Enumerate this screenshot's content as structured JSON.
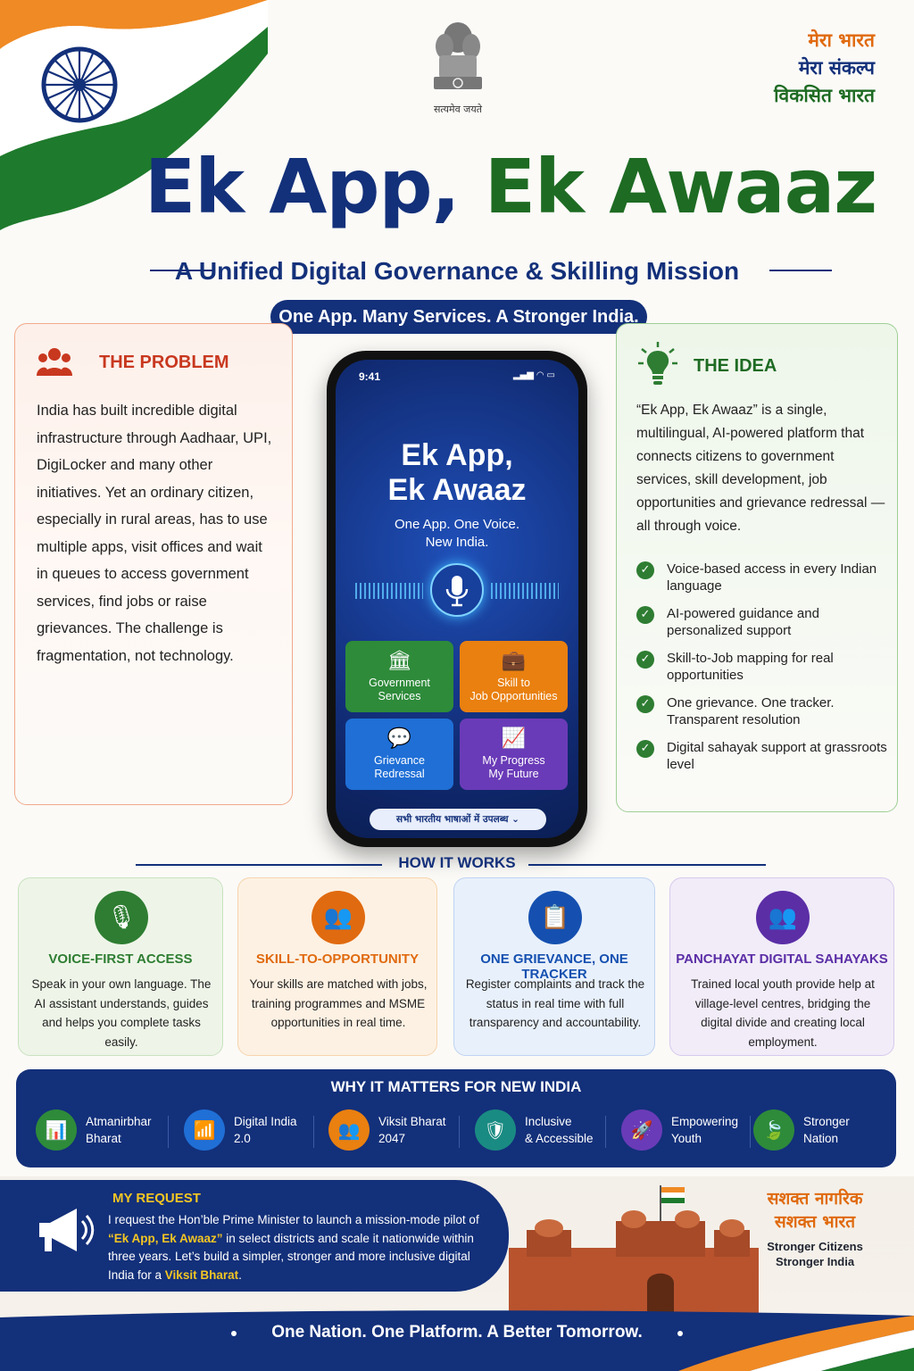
{
  "header": {
    "hindi_line1": "मेरा भारत",
    "hindi_line2": "मेरा संकल्प",
    "hindi_line3": "विकसित भारत",
    "emblem_motto": "सत्यमेव जयते",
    "title_part1": "Ek App,",
    "title_part2": "Ek Awaaz",
    "subtitle": "A Unified Digital Governance & Skilling Mission",
    "tagline": "One App. Many Services. A Stronger India."
  },
  "problem": {
    "heading": "THE PROBLEM",
    "text": "India has built incredible digital infrastructure through Aadhaar, UPI, DigiLocker and many other initiatives. Yet an ordinary citizen, especially in rural areas, has to use multiple apps, visit offices and wait in queues to access government services, find jobs or raise grievances. The challenge is fragmentation, not technology."
  },
  "idea": {
    "heading": "THE IDEA",
    "text": "“Ek App, Ek Awaaz” is a single, multilingual, AI-powered platform that connects citizens to government services, skill development, job opportunities and grievance redressal — all through voice.",
    "points": [
      "Voice-based access in every Indian language",
      "AI-powered guidance and personalized support",
      "Skill-to-Job mapping for real opportunities",
      "One grievance. One tracker. Transparent resolution",
      "Digital sahayak support at grassroots level"
    ]
  },
  "phone": {
    "time": "9:41",
    "title_line1": "Ek App,",
    "title_line2": "Ek Awaaz",
    "sub_line1": "One App. One Voice.",
    "sub_line2": "New India.",
    "tiles": [
      {
        "line1": "Government",
        "line2": "Services",
        "color": "#2e8b3a"
      },
      {
        "line1": "Skill to",
        "line2": "Job Opportunities",
        "color": "#e98010"
      },
      {
        "line1": "Grievance",
        "line2": "Redressal",
        "color": "#1f6fd6"
      },
      {
        "line1": "My Progress",
        "line2": "My Future",
        "color": "#6a3bb8"
      }
    ],
    "language_label": "सभी भारतीय भाषाओं में उपलब्ध"
  },
  "how": {
    "heading": "HOW IT WORKS",
    "cards": [
      {
        "title": "VOICE-FIRST ACCESS",
        "text": "Speak in your own language. The AI assistant understands, guides and helps you complete tasks easily.",
        "color": "#2e7d32",
        "bg": "#eef5e8",
        "border": "#c9e2bf"
      },
      {
        "title": "SKILL-TO-OPPORTUNITY",
        "text": "Your skills are matched with jobs, training programmes and MSME opportunities in real time.",
        "color": "#e06a0f",
        "bg": "#fdf1e3",
        "border": "#f6d4ad"
      },
      {
        "title": "ONE GRIEVANCE, ONE TRACKER",
        "text": "Register complaints and track the status in real time with full transparency and accountability.",
        "color": "#1550b0",
        "bg": "#e8f0fb",
        "border": "#bfd3f1"
      },
      {
        "title": "PANCHAYAT DIGITAL SAHAYAKS",
        "text": "Trained local youth provide help at village-level centres, bridging the digital divide and creating local employment.",
        "color": "#5b2ea6",
        "bg": "#f1ecf8",
        "border": "#d7c9ee"
      }
    ]
  },
  "why": {
    "heading": "WHY IT MATTERS FOR NEW INDIA",
    "items": [
      {
        "line1": "Atmanirbhar",
        "line2": "Bharat",
        "color": "#2e8b3a"
      },
      {
        "line1": "Digital India",
        "line2": "2.0",
        "color": "#1f6fd6"
      },
      {
        "line1": "Viksit Bharat",
        "line2": "2047",
        "color": "#e98010"
      },
      {
        "line1": "Inclusive",
        "line2": "& Accessible",
        "color": "#1a8b82"
      },
      {
        "line1": "Empowering",
        "line2": "Youth",
        "color": "#6a3bb8"
      },
      {
        "line1": "Stronger",
        "line2": "Nation",
        "color": "#2e8b3a"
      }
    ]
  },
  "request": {
    "heading": "MY REQUEST",
    "text_a": "I request the Hon’ble Prime Minister to launch a mission-mode pilot of ",
    "text_b": "“Ek App, Ek Awaaz”",
    "text_c": " in select districts and scale it nationwide within three years. Let’s build a simpler, stronger and more inclusive digital India for a ",
    "text_d": "Viksit Bharat",
    "text_e": "."
  },
  "right_tag": {
    "hindi_line1": "सशक्त नागरिक",
    "hindi_line2": "सशक्त भारत",
    "line1": "Stronger Citizens",
    "line2": "Stronger India"
  },
  "footer": {
    "text": "One Nation. One Platform. A Better Tomorrow."
  },
  "colors": {
    "navy": "#13307a",
    "green": "#1e6b23",
    "saffron": "#e06a0f"
  }
}
